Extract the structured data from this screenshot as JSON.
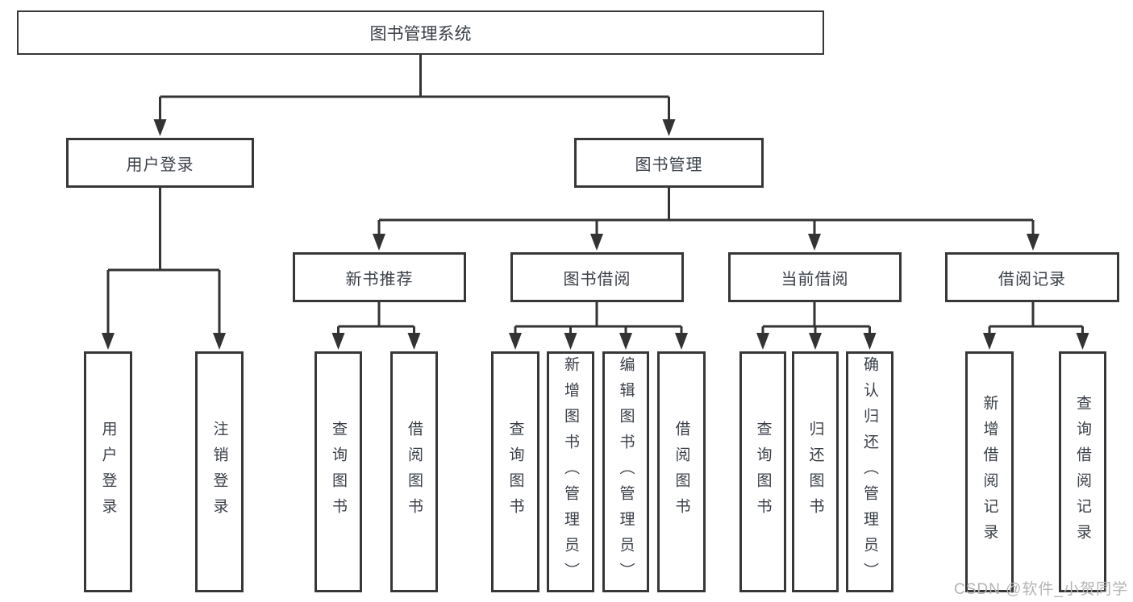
{
  "diagram": {
    "root": {
      "label": "图书管理系统"
    },
    "level2": {
      "user_login": {
        "label": "用户登录"
      },
      "book_management": {
        "label": "图书管理"
      }
    },
    "level3": {
      "new_book_recommend": {
        "label": "新书推荐"
      },
      "book_borrowing": {
        "label": "图书借阅"
      },
      "current_borrowing": {
        "label": "当前借阅"
      },
      "borrowing_records": {
        "label": "借阅记录"
      }
    },
    "leaves": {
      "user_login_children": [
        "用户登录",
        "注销登录"
      ],
      "new_book_children": [
        "查询图书",
        "借阅图书"
      ],
      "book_borrowing_children": [
        "查询图书",
        "新增图书（管理员）",
        "编辑图书（管理员）",
        "借阅图书"
      ],
      "current_borrowing_children": [
        "查询图书",
        "归还图书",
        "确认归还（管理员）"
      ],
      "borrowing_records_children": [
        "新增借阅记录",
        "查询借阅记录"
      ]
    },
    "colors": {
      "border": "#373737",
      "line": "#333333",
      "text": "#3a3f47",
      "watermark": "#b3b3b3"
    }
  },
  "watermark": {
    "text": "CSDN @软件_小贺同学"
  }
}
